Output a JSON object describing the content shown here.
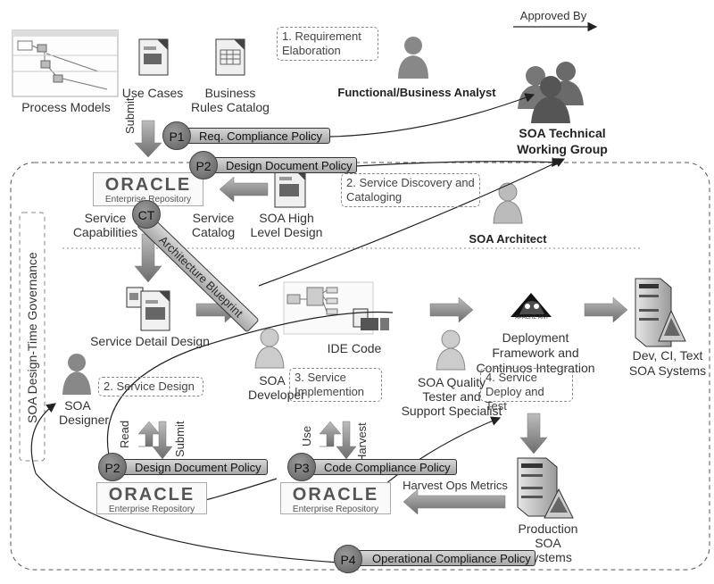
{
  "top": {
    "approved_by": "Approved By"
  },
  "artifacts": {
    "process_models": "Process Models",
    "use_cases": "Use Cases",
    "business_rules": "Business Rules Catalog",
    "service_capabilities": "Service Capabilities",
    "service_catalog": "Service Catalog",
    "soa_high_level": "SOA High Level Design",
    "service_detail": "Service Detail Design",
    "ide_code": "IDE Code",
    "deployment": "Deployment Framework and Continuos Integration",
    "dev_systems": "Dev, CI, Text SOA Systems",
    "prod_systems": "Production SOA Systems"
  },
  "steps": {
    "s1": "1. Requirement Elaboration",
    "s2": "2. Service Discovery and Cataloging",
    "s2b": "2. Service Design",
    "s3": "3. Service Implemention",
    "s4": "4. Service Deploy and Test"
  },
  "roles": {
    "analyst": "Functional/Business Analyst",
    "twg": "SOA Technical Working Group",
    "architect": "SOA Architect",
    "designer": "SOA Designer",
    "developer": "SOA Developer",
    "tester": "SOA Quality Tester and Support Specialist"
  },
  "policies": {
    "p1_badge": "P1",
    "p1": "Req. Compliance Policy",
    "p2_badge": "P2",
    "p2": "Design Document Policy",
    "ct_badge": "CT",
    "ct": "Architecture Blueprint",
    "p2b_badge": "P2",
    "p2b": "Design Document Policy",
    "p3_badge": "P3",
    "p3": "Code Compliance Policy",
    "p4_badge": "P4",
    "p4": "Operational Compliance Policy"
  },
  "oracle": {
    "word": "ORACLE",
    "sub": "Enterprise Repository"
  },
  "verbs": {
    "submit": "Submit",
    "read": "Read",
    "use": "Use",
    "harvest": "Harvest",
    "harvest_ops": "Harvest Ops Metrics"
  },
  "governance": "SOA Design-Time Governance",
  "deploy_logo": "APACHE ANT"
}
